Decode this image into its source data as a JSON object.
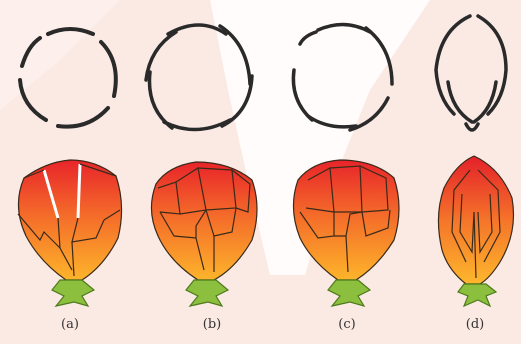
{
  "figure": {
    "panels": [
      {
        "id": "a",
        "label": "(a)"
      },
      {
        "id": "b",
        "label": "(b)"
      },
      {
        "id": "c",
        "label": "(c)"
      },
      {
        "id": "d",
        "label": "(d)"
      }
    ]
  },
  "colors": {
    "background": "#fbe9e4",
    "petal_top": "#e8242a",
    "petal_bottom": "#fdb42b",
    "sepal": "#8dbf3f",
    "outline": "#2a2a2a"
  }
}
